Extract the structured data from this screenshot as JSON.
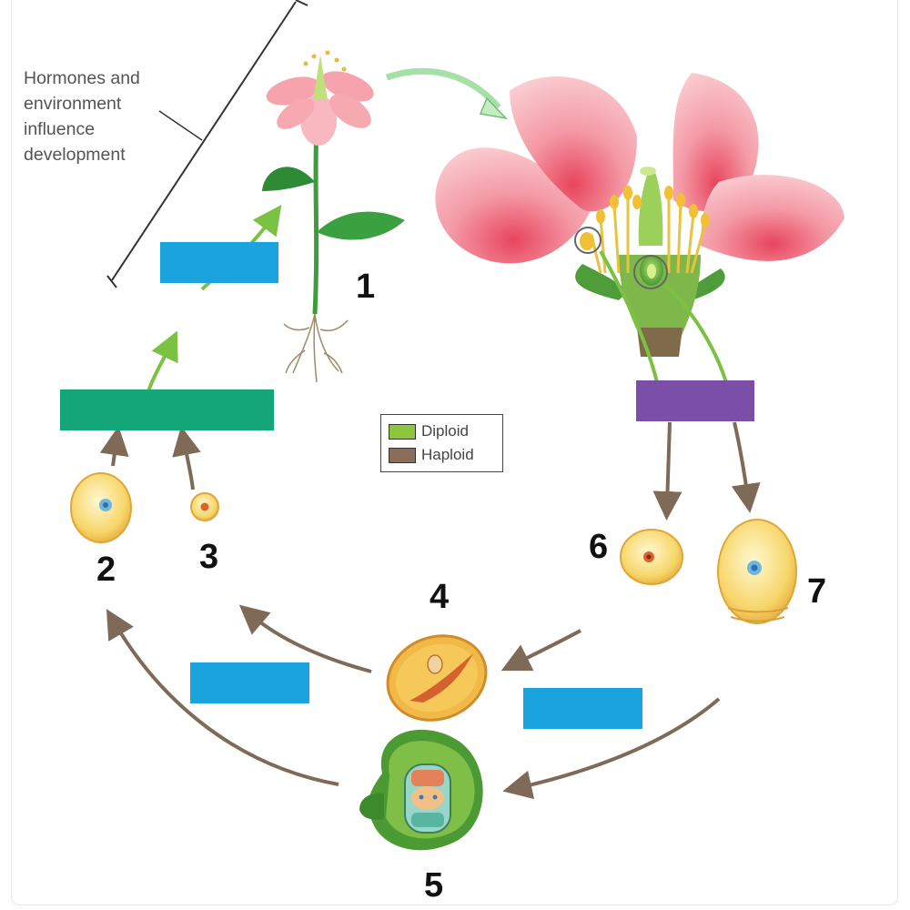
{
  "annotation": {
    "lines": [
      "Hormones and",
      "environment",
      "influence",
      "development"
    ]
  },
  "legend": {
    "items": [
      {
        "label": "Diploid",
        "color": "#8cc63f"
      },
      {
        "label": "Haploid",
        "color": "#8b6e5a"
      }
    ]
  },
  "stage_numbers": [
    "1",
    "2",
    "3",
    "4",
    "5",
    "6",
    "7"
  ],
  "label_box_colors": {
    "blue": "#1aa3dc",
    "green": "#14a676",
    "purple": "#7b4fa8"
  },
  "colors": {
    "arrow_brown": "#7e6a57",
    "arrow_green": "#7cc242",
    "petal_pink": "#f3a5ad",
    "stem_green": "#3f9c3c"
  }
}
